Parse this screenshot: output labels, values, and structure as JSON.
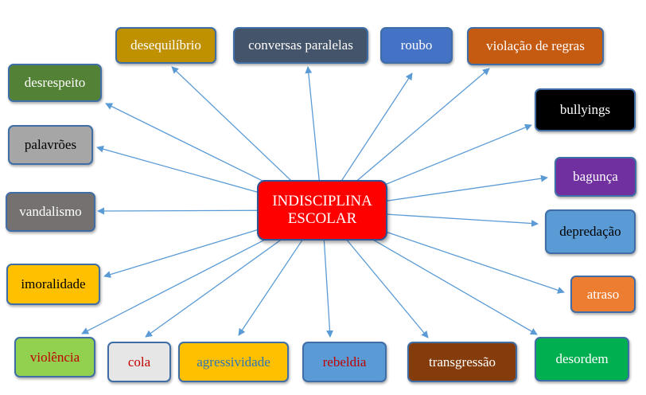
{
  "diagram": {
    "center": {
      "label": "INDISCIPLINA\nESCOLAR",
      "fill": "#ff0000",
      "text_color": "#ffffff"
    },
    "edge_color": "#5b9bd5",
    "nodes": [
      {
        "id": "desequilibrio",
        "label": "desequilíbrio",
        "fill": "#bf9000",
        "text_color": "#ffffff"
      },
      {
        "id": "conversas-paralelas",
        "label": "conversas paralelas",
        "fill": "#44546a",
        "text_color": "#ffffff"
      },
      {
        "id": "roubo",
        "label": "roubo",
        "fill": "#4472c4",
        "text_color": "#ffffff"
      },
      {
        "id": "violacao-de-regras",
        "label": "violação de regras",
        "fill": "#c55a11",
        "text_color": "#ffffff"
      },
      {
        "id": "desrespeito",
        "label": "desrespeito",
        "fill": "#538135",
        "text_color": "#ffffff"
      },
      {
        "id": "bullyings",
        "label": "bullyings",
        "fill": "#000000",
        "text_color": "#ffffff"
      },
      {
        "id": "palavroes",
        "label": "palavrões",
        "fill": "#a6a6a6",
        "text_color": "#000000"
      },
      {
        "id": "baguncca",
        "label": "bagunça",
        "fill": "#7030a0",
        "text_color": "#ffffff"
      },
      {
        "id": "vandalismo",
        "label": "vandalismo",
        "fill": "#767171",
        "text_color": "#ffffff"
      },
      {
        "id": "depredacao",
        "label": "depredação",
        "fill": "#5b9bd5",
        "text_color": "#000000"
      },
      {
        "id": "imoralidade",
        "label": "imoralidade",
        "fill": "#ffc000",
        "text_color": "#000000"
      },
      {
        "id": "atraso",
        "label": "atraso",
        "fill": "#ed7d31",
        "text_color": "#ffffff"
      },
      {
        "id": "violencia",
        "label": "violência",
        "fill": "#92d050",
        "text_color": "#c00000"
      },
      {
        "id": "cola",
        "label": "cola",
        "fill": "#e7e6e6",
        "text_color": "#c00000"
      },
      {
        "id": "agressividade",
        "label": "agressividade",
        "fill": "#ffc000",
        "text_color": "#2e75b6"
      },
      {
        "id": "rebeldia",
        "label": "rebeldia",
        "fill": "#5b9bd5",
        "text_color": "#c00000"
      },
      {
        "id": "transgressao",
        "label": "transgressão",
        "fill": "#843c0c",
        "text_color": "#ffffff"
      },
      {
        "id": "desordem",
        "label": "desordem",
        "fill": "#00b050",
        "text_color": "#ffffff"
      }
    ]
  }
}
